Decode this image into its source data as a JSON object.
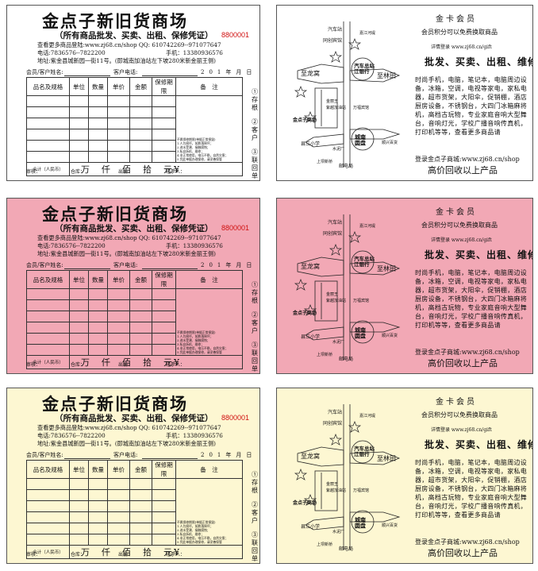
{
  "receipt": {
    "title": "金点子新旧货商场",
    "subtitle": "（所有商品批发、买卖、出租、保修凭证）",
    "serial": "8800001",
    "line_web": "查看更多商品登陆:www.zj68.cn/shop   QQ: 610742269--971077647",
    "line_phone": "电话:7836576--7822200",
    "line_mobile": "手机：13380936576",
    "line_address": "地址:紫金县城新园一街11号。(即城南加油站左下坡280米新金丽王侧)",
    "customer_label": "会员/客户姓名:",
    "phone_label": "客户电话:",
    "date_text": "201年月日",
    "headers": [
      "品名及规格",
      "单位",
      "数量",
      "单价",
      "金额",
      "保修期限",
      "备　注"
    ],
    "notes": [
      "不属保修期限(单据正常损毁)",
      "1.人为损坏，如跌落摔坏；",
      "2.进水受潮、接触腐蚀；",
      "3.私自拆机、维修；",
      "4.非正常使用，电压不稳，自然灾害；",
      "5.凭此单据办理保修，请妥善保管"
    ],
    "total_label": "合计（人民币）",
    "total_units": "万　仟　佰　拾　元¥",
    "side_labels": [
      "①存根",
      "②客户",
      "③联回单"
    ],
    "footer": [
      "审核：",
      "仓库：",
      "出纳：",
      "经手人："
    ]
  },
  "card": {
    "title": "金卡会员",
    "line1": "会员积分可以免费换取商品",
    "line2": "详情登录 www.zj68.cn/gift",
    "slogan": "批发、买卖、出租、维修",
    "body": "时尚手机，电脑，笔记本，电脑周边设备，冰箱，空调，电视等家电，家私电器，超市货架，大阳伞，促销棚，酒店厨房设备，不锈钢台，大四门冰箱麻将机，高档古玩物，专业家庭音响大型舞台，音响灯光，学校广播音响传真机，打印机等等，查看更多商品请",
    "shop": "登录金点子商城:www.zj68.cn/shop",
    "bottom": "高价回收以上产品"
  },
  "map": {
    "labels": {
      "hotel": "同创宾馆",
      "station": "汽车站",
      "road": "嘉江河堤",
      "zhilong": "至龙窝",
      "bank": "汽车总站\n江银行",
      "zhilintian": "至林田",
      "jewel": "金丽王",
      "ziyue": "紫越加油站",
      "wanfu": "万福宾馆",
      "shop": "金点子商场",
      "sanxiao": "县三小学",
      "reservoir": "水泥厂",
      "chengnan": "城南\n圆盘",
      "shunxing": "顺兴百货",
      "shangmu": "上坝新桥",
      "post": "邮电局"
    }
  },
  "palette": {
    "white": "#ffffff",
    "pink": "#f2a8b5",
    "cream": "#fdf7d2",
    "serial_red": "#d01010"
  }
}
